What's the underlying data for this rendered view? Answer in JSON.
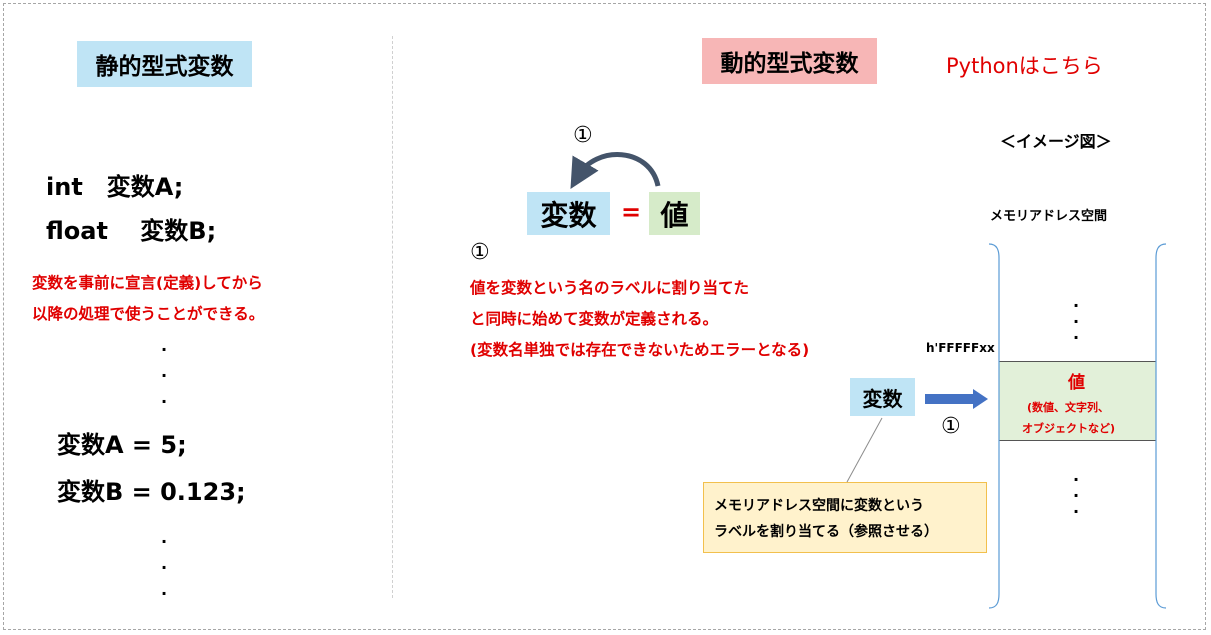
{
  "left": {
    "title": "静的型式変数",
    "code_declare": [
      "int　変数A;",
      "float　 変数B;"
    ],
    "explain": [
      "変数を事前に宣言(定義)してから",
      "以降の処理で使うことができる。"
    ],
    "dots": ".",
    "code_assign": [
      "変数A = 5;",
      "変数B = 0.123;"
    ]
  },
  "right": {
    "title": "動的型式変数",
    "python_link": "Pythonはこちら",
    "circled_one": "①",
    "variable_box": "変数",
    "equals": "=",
    "value_box": "値",
    "explain": [
      "値を変数という名のラベルに割り当てた",
      "と同時に始めて変数が定義される。",
      "(変数名単独では存在できないためエラーとなる)"
    ]
  },
  "image_diagram": {
    "caption": "＜イメージ図＞",
    "memory_label": "メモリアドレス空間",
    "address": "h'FFFFFxx",
    "value_title": "値",
    "value_desc": [
      "(数値、文字列、",
      "オブジェクトなど)"
    ],
    "variable_label": "変数",
    "circled_one": "①",
    "dots": ".",
    "note": [
      "メモリアドレス空間に変数という",
      "ラベルを割り当てる（参照させる）"
    ]
  },
  "colors": {
    "static_title_bg": "#bfe4f5",
    "dynamic_title_bg": "#f7b6b6",
    "red_text": "#e00000",
    "variable_bg": "#bfe4f5",
    "value_bg": "#d6ebc9",
    "memory_cell_bg": "#e2f0d9",
    "note_bg": "#fff2cc",
    "arrow_blue": "#4472c4",
    "curved_arrow": "#44546a"
  }
}
